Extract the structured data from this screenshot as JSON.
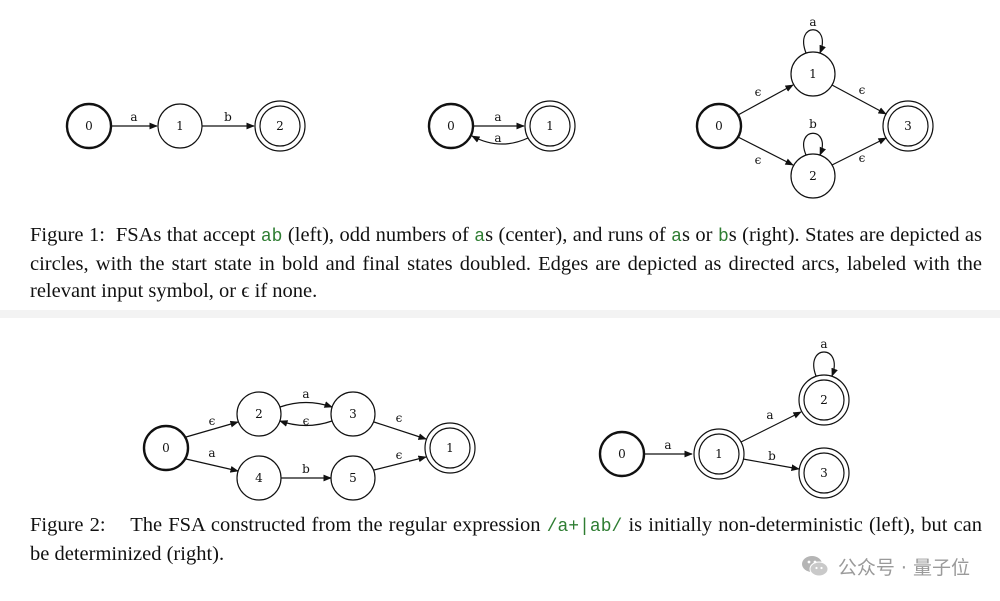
{
  "figure1": {
    "left": {
      "nodes": [
        "0",
        "1",
        "2"
      ],
      "edges": [
        "a",
        "b"
      ]
    },
    "center": {
      "nodes": [
        "0",
        "1"
      ],
      "edges": [
        "a",
        "a"
      ]
    },
    "right": {
      "nodes": [
        "0",
        "1",
        "2",
        "3"
      ],
      "edges": [
        "ϵ",
        "ϵ",
        "a",
        "b",
        "ϵ",
        "ϵ"
      ]
    },
    "caption": {
      "label": "Figure 1:",
      "t1": "FSAs that accept ",
      "c1": "ab",
      "t2": " (left), odd numbers of ",
      "c2": "a",
      "t3": "s (center), and runs of ",
      "c3": "a",
      "t4": "s or ",
      "c4": "b",
      "t5": "s (right). States are depicted as circles, with the start state in bold and final states doubled. Edges are depicted as directed arcs, labeled with the relevant input symbol, or ϵ if none."
    }
  },
  "figure2": {
    "left": {
      "nodes": [
        "0",
        "2",
        "3",
        "4",
        "5",
        "1"
      ],
      "edges": [
        "ϵ",
        "a",
        "a",
        "ϵ",
        "ϵ",
        "b",
        "ϵ"
      ]
    },
    "right": {
      "nodes": [
        "0",
        "1",
        "2",
        "3"
      ],
      "edges": [
        "a",
        "a",
        "a",
        "b"
      ]
    },
    "caption": {
      "label": "Figure 2:",
      "t1": "The FSA constructed from the regular expression ",
      "c1": "/a+|ab/",
      "t2": " is initially non-deterministic (left), but can be determinized (right)."
    }
  },
  "watermark": {
    "text": "公众号 · 量子位",
    "icon": "wechat-icon"
  }
}
